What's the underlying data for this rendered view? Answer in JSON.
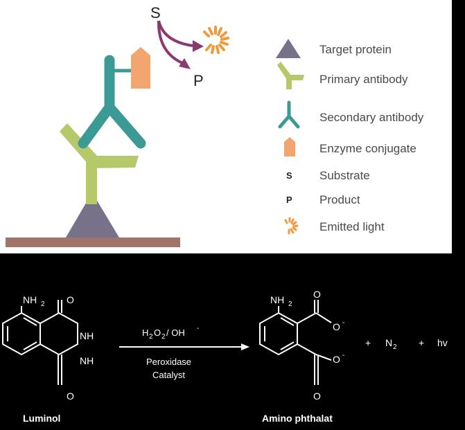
{
  "colors": {
    "target": "#77728a",
    "primary": "#b5c96a",
    "secondary": "#3c9a94",
    "enzyme": "#f2a56e",
    "substrate_arrow": "#8a3a6e",
    "light": "#f29a3a",
    "surface": "#a07468"
  },
  "diagram": {
    "substrate_letter": "S",
    "product_letter": "P"
  },
  "legend": {
    "items": [
      {
        "icon": "triangle-icon",
        "label": "Target protein"
      },
      {
        "icon": "primary-antibody-icon",
        "label": "Primary antibody"
      },
      {
        "icon": "secondary-antibody-icon",
        "label": "Secondary antibody"
      },
      {
        "icon": "enzyme-icon",
        "label": "Enzyme conjugate"
      },
      {
        "icon": "letter-s-icon",
        "symbol": "S",
        "label": "Substrate"
      },
      {
        "icon": "letter-p-icon",
        "symbol": "P",
        "label": "Product"
      },
      {
        "icon": "emitted-light-icon",
        "label": "Emitted light"
      }
    ]
  },
  "reaction": {
    "reactant": {
      "nh2": "NH",
      "nh2_sub": "2",
      "o_top": "O",
      "o_bottom": "O",
      "nh1": "NH",
      "nh2b": "NH",
      "name": "Luminol"
    },
    "conditions": {
      "reagent_main": "H",
      "reagent_sub1": "2",
      "reagent_o": "O",
      "reagent_sub2": "2",
      "reagent_rest": " / OH",
      "reagent_sup": "-",
      "line1": "Peroxidase",
      "line2": "Catalyst"
    },
    "product": {
      "nh2": "NH",
      "nh2_sub": "2",
      "o1": "O",
      "o1b": "O",
      "o1_sup": "-",
      "o2": "O",
      "o2b": "O",
      "o2_sup": "-",
      "name": "Amino phthalat"
    },
    "plus1": "+",
    "n2": "N",
    "n2_sub": "2",
    "plus2": "+",
    "hv": "hv"
  }
}
